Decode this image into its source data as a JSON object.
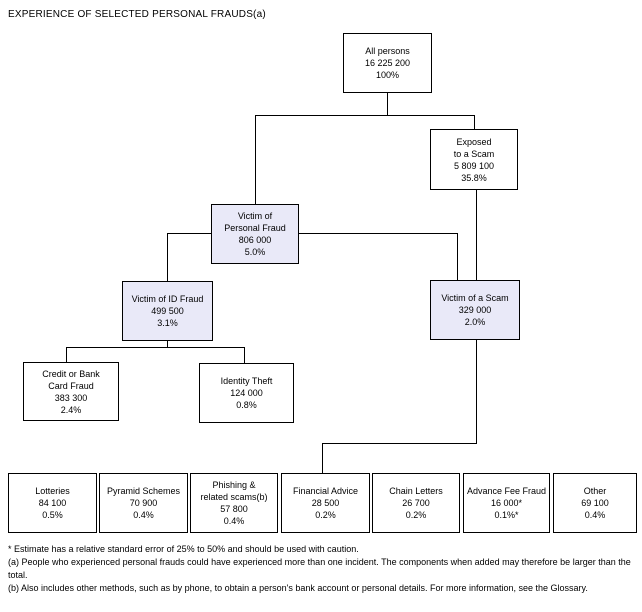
{
  "title": "EXPERIENCE OF SELECTED PERSONAL FRAUDS(a)",
  "colors": {
    "shaded_box": "#e9e9f8",
    "plain_box": "#ffffff",
    "line": "#000000"
  },
  "boxes": {
    "all_persons": {
      "lines": [
        "All persons",
        "16 225 200",
        "100%"
      ]
    },
    "exposed_to_scam": {
      "lines": [
        "Exposed",
        "to a Scam",
        "5 809 100",
        "35.8%"
      ]
    },
    "victim_personal_fraud": {
      "lines": [
        "Victim of",
        "Personal Fraud",
        "806 000",
        "5.0%"
      ]
    },
    "victim_id_fraud": {
      "lines": [
        "Victim of ID Fraud",
        "499 500",
        "3.1%"
      ]
    },
    "victim_of_scam": {
      "lines": [
        "Victim of a Scam",
        "329 000",
        "2.0%"
      ]
    },
    "credit_bank_card": {
      "lines": [
        "Credit or Bank",
        "Card Fraud",
        "383 300",
        "2.4%"
      ]
    },
    "identity_theft": {
      "lines": [
        "Identity Theft",
        "124 000",
        "0.8%"
      ]
    },
    "lotteries": {
      "lines": [
        "Lotteries",
        "84 100",
        "0.5%"
      ]
    },
    "pyramid_schemes": {
      "lines": [
        "Pyramid Schemes",
        "70 900",
        "0.4%"
      ]
    },
    "phishing": {
      "lines": [
        "Phishing &",
        "related scams(b)",
        "57 800",
        "0.4%"
      ]
    },
    "financial_advice": {
      "lines": [
        "Financial Advice",
        "28 500",
        "0.2%"
      ]
    },
    "chain_letters": {
      "lines": [
        "Chain Letters",
        "26 700",
        "0.2%"
      ]
    },
    "advance_fee_fraud": {
      "lines": [
        "Advance Fee Fraud",
        "16 000*",
        "0.1%*"
      ]
    },
    "other": {
      "lines": [
        "Other",
        "69 100",
        "0.4%"
      ]
    }
  },
  "footnotes": [
    "* Estimate has a relative standard error of 25% to 50% and should be used with caution.",
    "(a) People who experienced personal frauds could have experienced more than one incident. The components when added may therefore be larger than the total.",
    "(b) Also includes other methods, such as by phone, to obtain a person's bank account or personal details. For more information, see the Glossary."
  ]
}
